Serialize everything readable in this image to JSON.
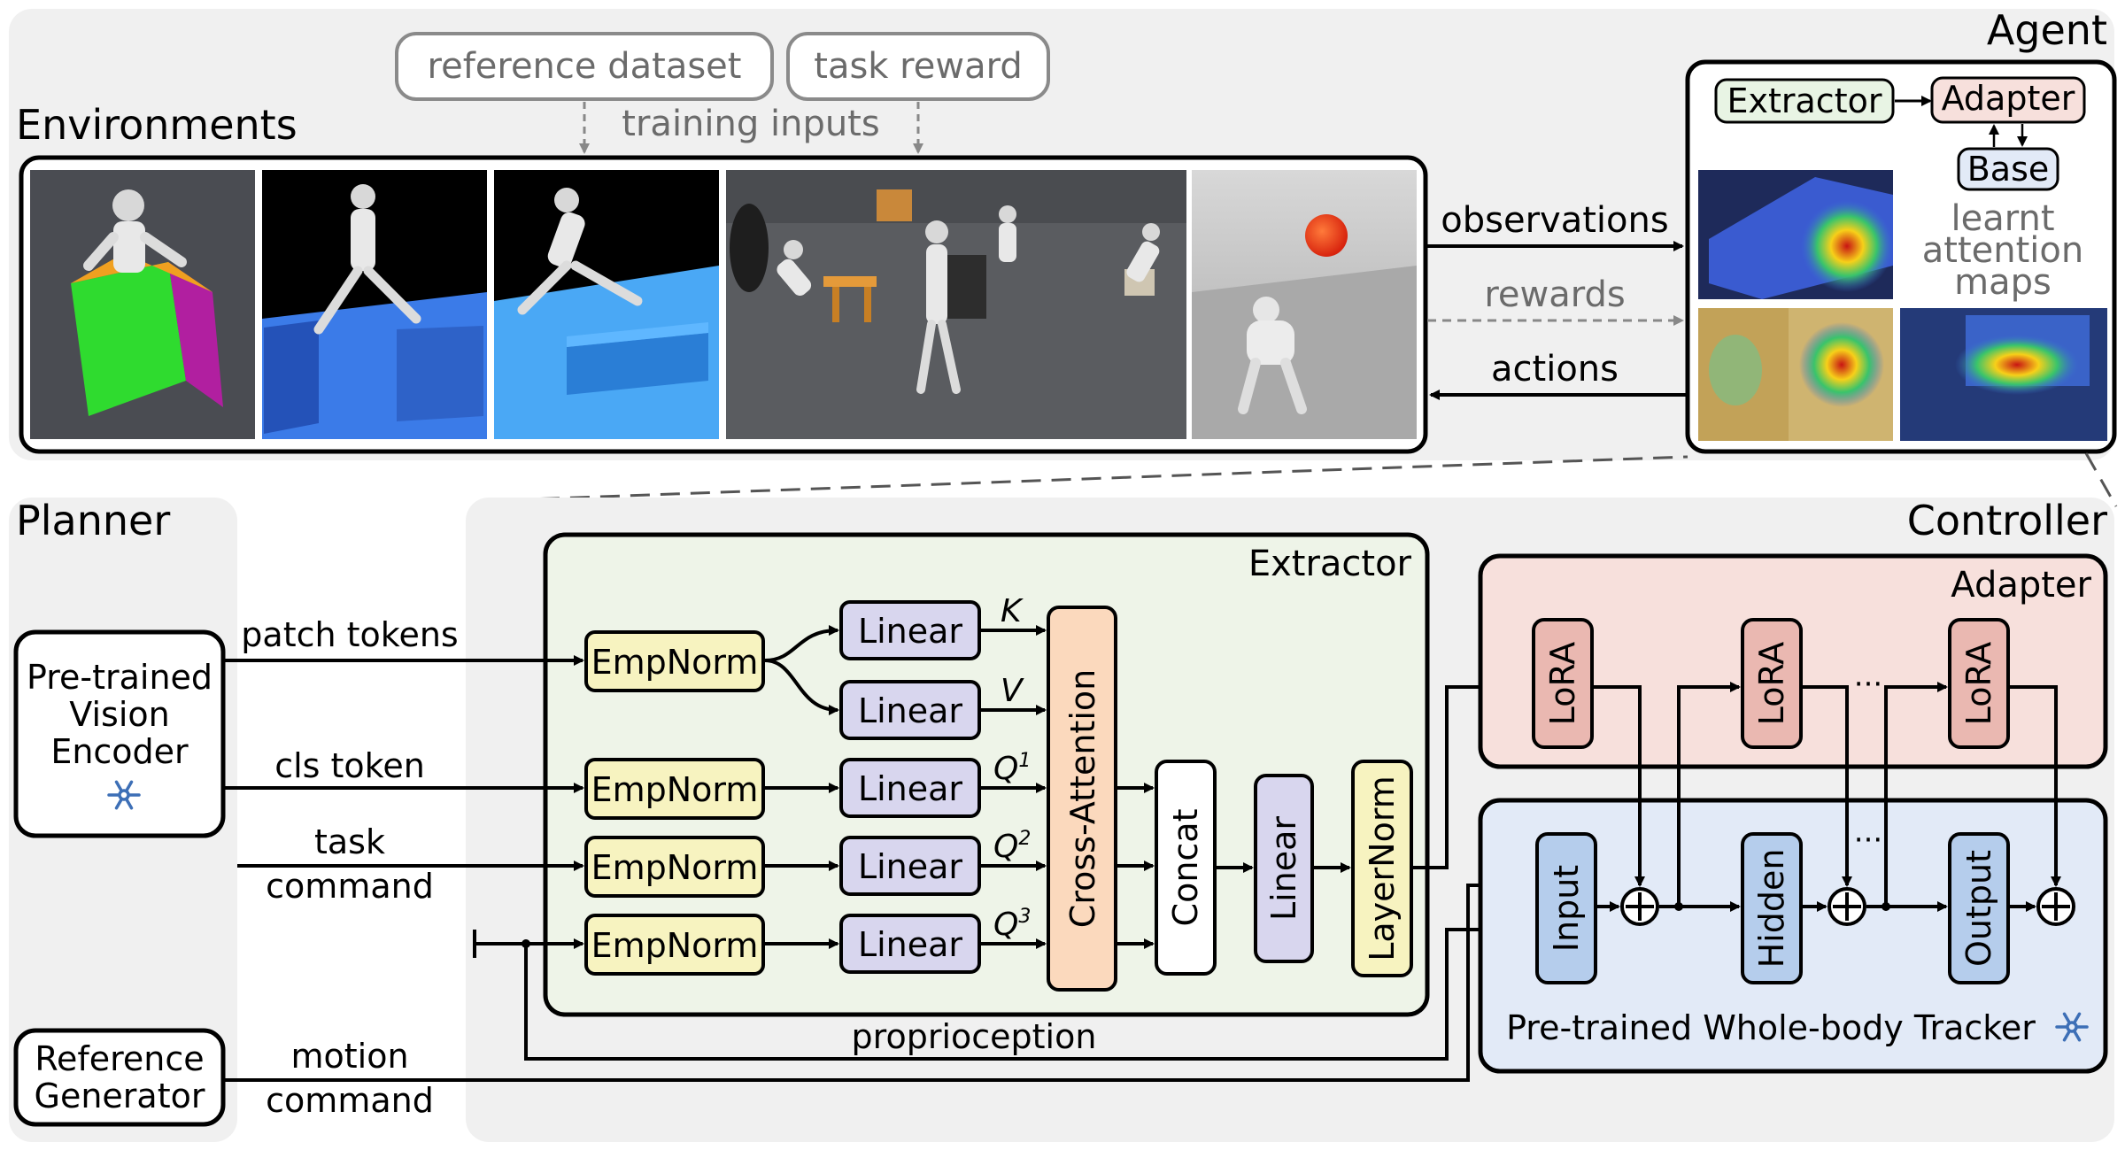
{
  "colors": {
    "panel_bg": "#f0f0f0",
    "extractor_bg": "#eef4e8",
    "adapter_bg": "#f7e0dc",
    "tracker_bg": "#e2eaf7",
    "empnorm": "#f7f3c0",
    "linear": "#d8d6ee",
    "cross_attention": "#fbd9bd",
    "layernorm": "#f7f3c0",
    "lora": "#eab8b1",
    "tracker_block": "#b5cdec",
    "agent_extractor": "#e8f4e4",
    "agent_adapter": "#f7e0dc",
    "agent_base": "#e2eaf7",
    "snowflake": "#3d6fb6",
    "gray_text": "#6b6b6b"
  },
  "top": {
    "environments_title": "Environments",
    "agent_title": "Agent",
    "reference_dataset": "reference dataset",
    "task_reward": "task reward",
    "training_inputs": "training inputs",
    "observations": "observations",
    "rewards": "rewards",
    "actions": "actions",
    "agent": {
      "extractor": "Extractor",
      "adapter": "Adapter",
      "base": "Base",
      "attention_caption": [
        "learnt",
        "attention",
        "maps"
      ]
    }
  },
  "planner": {
    "title": "Planner",
    "vision_encoder": [
      "Pre-trained",
      "Vision",
      "Encoder"
    ],
    "reference_generator": [
      "Reference",
      "Generator"
    ],
    "frozen_icon": "snowflake-icon"
  },
  "controller": {
    "title": "Controller",
    "inputs": {
      "patch_tokens": "patch tokens",
      "cls_token": "cls token",
      "task_command": [
        "task",
        "command"
      ],
      "motion_command": [
        "motion",
        "command"
      ],
      "proprioception": "proprioception"
    },
    "extractor": {
      "title": "Extractor",
      "empnorm": "EmpNorm",
      "linear": "Linear",
      "k": "K",
      "v": "V",
      "q": "Q",
      "q_sup": [
        "1",
        "2",
        "3"
      ],
      "cross_attention": "Cross-Attention",
      "concat": "Concat",
      "layernorm": "LayerNorm"
    },
    "adapter": {
      "title": "Adapter",
      "lora": "LoRA",
      "ellipsis": "···"
    },
    "tracker": {
      "title": "Pre-trained Whole-body Tracker",
      "input": "Input",
      "hidden": "Hidden",
      "output": "Output",
      "ellipsis": "···"
    }
  }
}
